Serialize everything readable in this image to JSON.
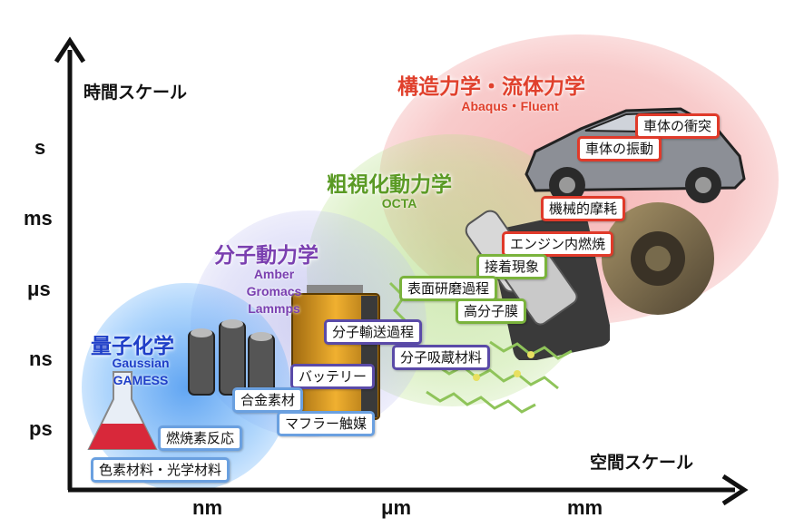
{
  "axes": {
    "y_title": "時間スケール",
    "x_title": "空間スケール",
    "y_ticks": [
      "s",
      "ms",
      "μs",
      "ns",
      "ps"
    ],
    "x_ticks": [
      "nm",
      "μm",
      "mm"
    ]
  },
  "domains": {
    "quantum": {
      "title": "量子化学",
      "software": [
        "Gaussian",
        "GAMESS"
      ],
      "color": "#1f3fc8"
    },
    "molecular": {
      "title": "分子動力学",
      "software": [
        "Amber",
        "Gromacs",
        "Lammps"
      ],
      "color": "#7a3fb0"
    },
    "coarse": {
      "title": "粗視化動力学",
      "software": [
        "OCTA"
      ],
      "color": "#5a9a24"
    },
    "structural": {
      "title": "構造力学・流体力学",
      "software": [
        "Abaqus・Fluent"
      ],
      "color": "#e0402c"
    }
  },
  "labels": {
    "car_crash": "車体の衝突",
    "car_vibration": "車体の振動",
    "wear": "機械的摩耗",
    "engine": "エンジン内燃焼",
    "adhesion": "接着現象",
    "polishing": "表面研磨過程",
    "polymer_film": "高分子膜",
    "transport": "分子輸送過程",
    "absorption": "分子吸蔵材料",
    "battery": "バッテリー",
    "alloy": "合金素材",
    "muffler": "マフラー触媒",
    "combustion": "燃焼素反応",
    "pigment": "色素材料・光学材料"
  }
}
